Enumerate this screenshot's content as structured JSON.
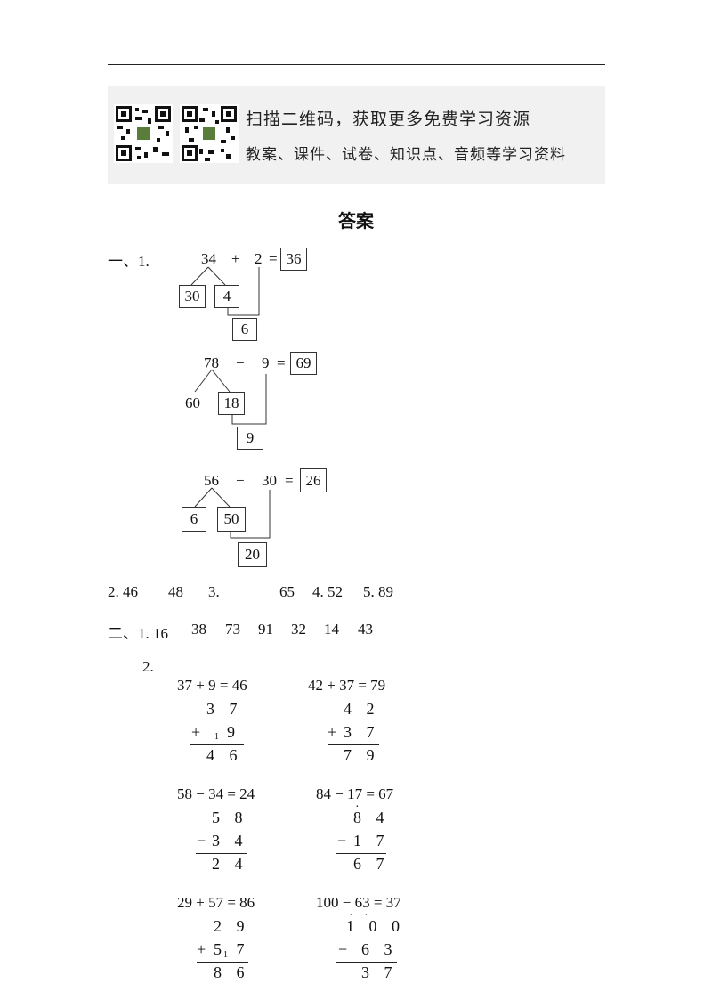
{
  "banner": {
    "line1": "扫描二维码，获取更多免费学习资源",
    "line2": "教案、课件、试卷、知识点、音频等学习资料",
    "qr1_label": "QR code",
    "qr2_label": "QR code"
  },
  "title": "答案",
  "section1": {
    "label": "一、1.",
    "problem1": {
      "a": "34",
      "op": "+",
      "b": "2",
      "eq": "=",
      "result": "36",
      "split_a": "30",
      "split_b": "4",
      "partial": "6"
    },
    "problem2": {
      "a": "78",
      "op": "−",
      "b": "9",
      "eq": "=",
      "result": "69",
      "split_a": "60",
      "split_b": "18",
      "partial": "9"
    },
    "problem3": {
      "a": "56",
      "op": "−",
      "b": "30",
      "eq": "=",
      "result": "26",
      "split_a": "6",
      "split_b": "50",
      "partial": "20"
    },
    "q2_label": "2. 46",
    "q2_b": "48",
    "q3_label": "3.",
    "q3_val": "65",
    "q4": "4. 52",
    "q5": "5. 89"
  },
  "section2": {
    "label": "二、1. 16",
    "answers": [
      "38",
      "73",
      "91",
      "32",
      "14",
      "43"
    ],
    "q2_label": "2.",
    "calcs": [
      {
        "eq": "37 + 9 = 46",
        "top": "3 7",
        "op": "+",
        "bottom": "9",
        "carry": "1",
        "result": "4 6"
      },
      {
        "eq": "42 + 37 = 79",
        "top": "4 2",
        "op": "+",
        "bottom": "3 7",
        "carry": "",
        "result": "7 9"
      },
      {
        "eq": "58 − 34 = 24",
        "top": "5 8",
        "op": "−",
        "bottom": "3 4",
        "carry": "",
        "result": "2 4"
      },
      {
        "eq": "84 − 17 = 67",
        "top": "8 4",
        "op": "−",
        "bottom": "1 7",
        "carry": "",
        "result": "6 7"
      },
      {
        "eq": "29 + 57 = 86",
        "top": "2 9",
        "op": "+",
        "bottom": "5 7",
        "carry": "1",
        "result": "8 6"
      },
      {
        "eq": "100 − 63 = 37",
        "top": "1 0 0",
        "op": "−",
        "bottom": "6 3",
        "carry": "",
        "result": "3 7"
      }
    ]
  }
}
